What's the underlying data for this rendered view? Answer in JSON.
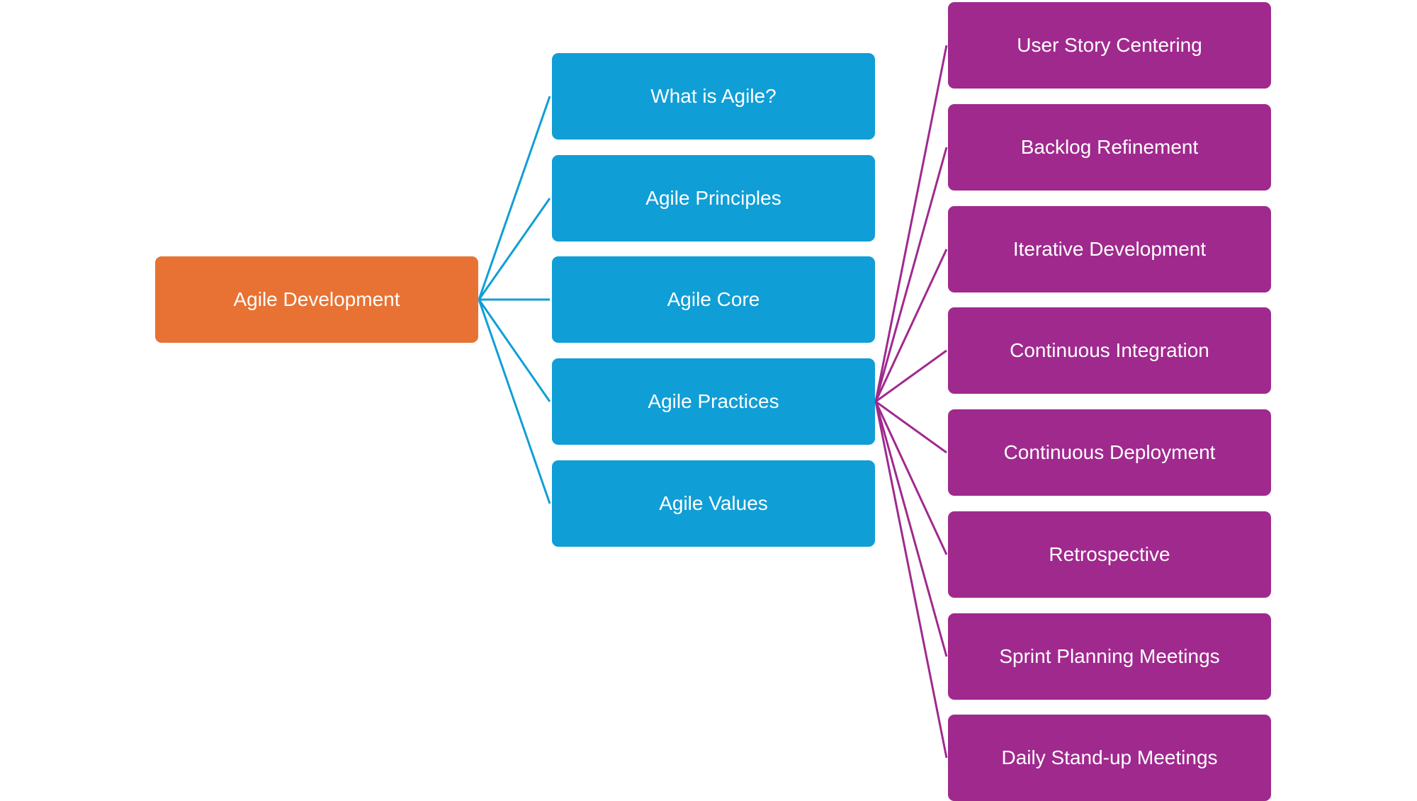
{
  "colors": {
    "root": "#e87233",
    "mid": "#109ed6",
    "leaf": "#a0298e",
    "mid_connector": "#109ed6",
    "leaf_connector": "#a0298e",
    "text": "#ffffff"
  },
  "root": {
    "label": "Agile Development"
  },
  "topics": [
    {
      "label": "What is Agile?"
    },
    {
      "label": "Agile Principles"
    },
    {
      "label": "Agile Core"
    },
    {
      "label": "Agile Practices"
    },
    {
      "label": "Agile Values"
    }
  ],
  "practices": [
    {
      "label": "User Story Centering"
    },
    {
      "label": "Backlog Refinement"
    },
    {
      "label": "Iterative Development"
    },
    {
      "label": "Continuous Integration"
    },
    {
      "label": "Continuous Deployment"
    },
    {
      "label": "Retrospective"
    },
    {
      "label": "Sprint Planning Meetings"
    },
    {
      "label": "Daily Stand-up Meetings"
    }
  ]
}
